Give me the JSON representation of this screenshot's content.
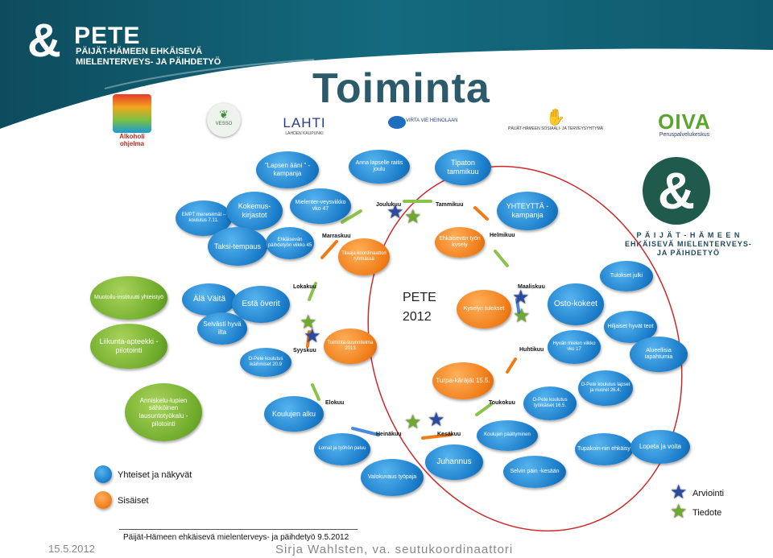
{
  "header": {
    "title": "Toiminta",
    "brand_name": "PETE",
    "brand_sub_1": "PÄIJÄT-HÄMEEN EHKÄISEVÄ",
    "brand_sub_2": "MIELENTERVEYS- JA PÄIHDETYÖ"
  },
  "logos": {
    "alkoholi": "Alkoholi ohjelma",
    "vesso": "VESSO",
    "lahti": "LAHTI",
    "lahti_sub": "LAHDEN KAUPUNKI",
    "virta": "VIRTA VIE HEINOLAAN",
    "ssh": "PÄIJÄT-HÄMEEN SOSIAALI- JA TERVEYSYHTYMÄ",
    "oiva": "OIVA",
    "oiva_sub": "Peruspalvelukeskus"
  },
  "pk_brand": {
    "line1": "P Ä I J Ä T - H Ä M E E N",
    "line2": "EHKÄISEVÄ MIELENTERVEYS-",
    "line3": "JA PÄIHDETYÖ"
  },
  "center_label": {
    "line1": "PETE",
    "line2": "2012"
  },
  "bubbles": [
    {
      "id": "lapsen-aani",
      "text": "”Lapsen ääni ” -kampanja"
    },
    {
      "id": "anna-lapselle",
      "text": "Anna lapselle raitis joulu"
    },
    {
      "id": "tipaton",
      "text": "Tipaton tammikuu"
    },
    {
      "id": "empt",
      "text": "EMPT menetelmät – koulutus 7.11."
    },
    {
      "id": "kokemuskirjastot",
      "text": "Kokemus-kirjastot"
    },
    {
      "id": "mielenterveysviikko",
      "text": "Mielenter-veysviikko vko 47"
    },
    {
      "id": "yhteytta",
      "text": "YHTEYTTÄ -kampanja"
    },
    {
      "id": "taksitempaus",
      "text": "Taksi-tempaus"
    },
    {
      "id": "paihdetyon-viikko",
      "text": "Ehkäisevän päihdetyön viikko 45"
    },
    {
      "id": "tilaaja",
      "text": "Tilaaja koordinaattori ryhmässä"
    },
    {
      "id": "ehkaisevan-kysely",
      "text": "Ehkäisevän työn kysely"
    },
    {
      "id": "tulokset-julki",
      "text": "Tulokset julki"
    },
    {
      "id": "muotoiluinstituutti",
      "text": "Muotoilu-instituutti yhteistyö"
    },
    {
      "id": "ala-vaita",
      "text": "Älä Väitä"
    },
    {
      "id": "esta-overit",
      "text": "Estä överit"
    },
    {
      "id": "selvasti",
      "text": "Selvästi hyvä ilta"
    },
    {
      "id": "kyselyn-tulokset",
      "text": "Kyselyn tulokset"
    },
    {
      "id": "ostokeet",
      "text": "Osto-kokeet"
    },
    {
      "id": "hiljaiset",
      "text": "Hiljaiset hyvät teot"
    },
    {
      "id": "liikunta",
      "text": "Liikunta-apteekki - pilotointi"
    },
    {
      "id": "toimintasuunnitelma",
      "text": "Toiminta-suunnitelma 2013"
    },
    {
      "id": "opete-ikaihmiset",
      "text": "O-Pete koulutus ikäihmiset 20.9"
    },
    {
      "id": "hyvan-mielen",
      "text": "Hyvän mielen viikko vko 17"
    },
    {
      "id": "alueellisia",
      "text": "Alueellisia tapahtumia"
    },
    {
      "id": "turpakarajat",
      "text": "Turpa-käräjät 15.5."
    },
    {
      "id": "opete-lapset",
      "text": "O-Pete koulutus lapset ja nuoret 26.4."
    },
    {
      "id": "anniskelu",
      "text": "Anniskelu-lupien sähköinen lausuntotyökalu - pilotointi"
    },
    {
      "id": "koulujen-alku",
      "text": "Koulujen alku"
    },
    {
      "id": "opete-tyoikaiset",
      "text": "O-Pete koulutus työikäiset 16.5."
    },
    {
      "id": "koulujen-paattyminen",
      "text": "Koulujen päättyminen"
    },
    {
      "id": "lomat",
      "text": "Lomat ja työhön paluu"
    },
    {
      "id": "tupakointi",
      "text": "Tupakoin-nin ehkäisy"
    },
    {
      "id": "lopeta",
      "text": "Lopeta ja voita"
    },
    {
      "id": "juhannus",
      "text": "Juhannus"
    },
    {
      "id": "valokuvaus",
      "text": "Valokuvaus työpaja"
    },
    {
      "id": "selvin-pain",
      "text": "Selvin päin -kesään"
    }
  ],
  "months": {
    "joulukuu": "Joulukuu",
    "tammikuu": "Tammikuu",
    "marraskuu": "Marraskuu",
    "helmikuu": "Helmikuu",
    "lokakuu": "Lokakuu",
    "maaliskuu": "Maaliskuu",
    "syyskuu": "Syyskuu",
    "huhtikuu": "Huhtikuu",
    "elokuu": "Elokuu",
    "toukokuu": "Toukokuu",
    "heinakuu": "Heinäkuu",
    "kesakuu": "Kesäkuu"
  },
  "legend": {
    "yhteiset": "Yhteiset ja näkyvät",
    "sisaiset": "Sisäiset",
    "arviointi": "Arviointi",
    "tiedote": "Tiedote"
  },
  "footer": {
    "center": "Päijät-Hämeen ehkäisevä mielenterveys- ja päihdetyö 9.5.2012",
    "date": "15.5.2012",
    "author": "Sirja Wahlsten, va. seutukoordinaattori"
  },
  "colors": {
    "header_bg": "#0f5a6e",
    "bubble_blue": "#1a7cc9",
    "bubble_orange": "#f07c18",
    "bubble_green": "#6fab2b",
    "circle_red": "#cc2a2a",
    "title": "#2b5a6a"
  }
}
